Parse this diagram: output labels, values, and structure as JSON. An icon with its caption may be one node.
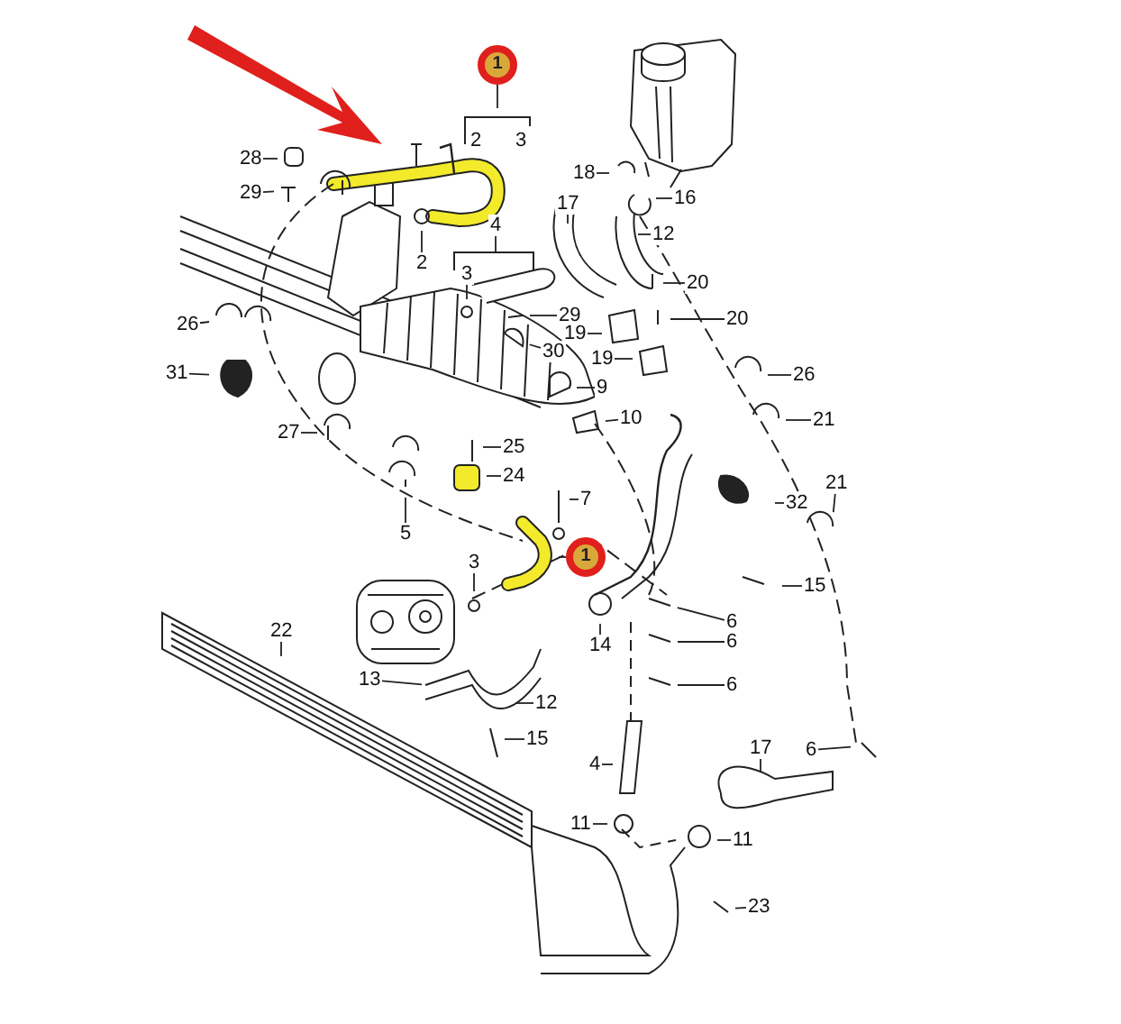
{
  "diagram": {
    "nodes": [
      {
        "text": [
          "1"
        ]
      },
      {
        "text": [
          "28"
        ]
      },
      {
        "text": [
          "29"
        ]
      },
      {
        "text": [
          "2"
        ]
      },
      {
        "text": [
          "4"
        ]
      },
      {
        "text": [
          "3"
        ]
      },
      {
        "text": [
          "29"
        ]
      },
      {
        "text": [
          "30"
        ]
      },
      {
        "text": [
          "9"
        ]
      },
      {
        "text": [
          "10"
        ]
      },
      {
        "text": [
          "26"
        ]
      },
      {
        "text": [
          "31"
        ]
      },
      {
        "text": [
          "27"
        ]
      },
      {
        "text": [
          "25"
        ]
      },
      {
        "text": [
          "24"
        ]
      },
      {
        "text": [
          "5"
        ]
      },
      {
        "text": [
          "7"
        ]
      },
      {
        "text": [
          "1"
        ]
      },
      {
        "text": [
          "3"
        ]
      },
      {
        "text": [
          "14"
        ]
      },
      {
        "text": [
          "22"
        ]
      },
      {
        "text": [
          "13"
        ]
      },
      {
        "text": [
          "12"
        ]
      },
      {
        "text": [
          "15"
        ]
      },
      {
        "text": [
          "18"
        ]
      },
      {
        "text": [
          "16"
        ]
      },
      {
        "text": [
          "17"
        ]
      },
      {
        "text": [
          "12"
        ]
      },
      {
        "text": [
          "20"
        ]
      },
      {
        "text": [
          "20"
        ]
      },
      {
        "text": [
          "19"
        ]
      },
      {
        "text": [
          "19"
        ]
      },
      {
        "text": [
          "26"
        ]
      },
      {
        "text": [
          "21"
        ]
      },
      {
        "text": [
          "21"
        ]
      },
      {
        "text": [
          "32"
        ]
      },
      {
        "text": [
          "15"
        ]
      },
      {
        "text": [
          "6"
        ]
      },
      {
        "text": [
          "6"
        ]
      },
      {
        "text": [
          "6"
        ]
      },
      {
        "text": [
          "6"
        ]
      },
      {
        "text": [
          "17"
        ]
      },
      {
        "text": [
          "4"
        ]
      },
      {
        "text": [
          "11"
        ]
      },
      {
        "text": [
          "11"
        ]
      },
      {
        "text": [
          "23"
        ]
      }
    ],
    "edges": [
      {
        "from": 0,
        "to": null,
        "arrow": "none"
      },
      {
        "from": 1,
        "to": null,
        "arrow": "none"
      },
      {
        "from": 2,
        "to": null,
        "arrow": "none"
      },
      {
        "from": 3,
        "to": null,
        "arrow": "none"
      },
      {
        "from": 4,
        "to": null,
        "arrow": "none"
      },
      {
        "from": 5,
        "to": null,
        "arrow": "none"
      },
      {
        "from": 6,
        "to": null,
        "arrow": "none"
      },
      {
        "from": 7,
        "to": null,
        "arrow": "none"
      },
      {
        "from": 8,
        "to": null,
        "arrow": "none"
      },
      {
        "from": 9,
        "to": null,
        "arrow": "none"
      },
      {
        "from": 10,
        "to": null,
        "arrow": "none"
      },
      {
        "from": 11,
        "to": null,
        "arrow": "none"
      },
      {
        "from": 12,
        "to": null,
        "arrow": "none"
      },
      {
        "from": 13,
        "to": null,
        "arrow": "none"
      },
      {
        "from": 14,
        "to": null,
        "arrow": "none"
      },
      {
        "from": 15,
        "to": null,
        "arrow": "none"
      },
      {
        "from": 16,
        "to": null,
        "arrow": "none"
      },
      {
        "from": 17,
        "to": null,
        "arrow": "none"
      },
      {
        "from": 18,
        "to": null,
        "arrow": "none"
      },
      {
        "from": 19,
        "to": null,
        "arrow": "none"
      },
      {
        "from": 20,
        "to": null,
        "arrow": "none"
      },
      {
        "from": 21,
        "to": null,
        "arrow": "none"
      },
      {
        "from": 22,
        "to": null,
        "arrow": "none"
      },
      {
        "from": 23,
        "to": null,
        "arrow": "none"
      },
      {
        "from": 24,
        "to": null,
        "arrow": "none"
      },
      {
        "from": 25,
        "to": null,
        "arrow": "none"
      },
      {
        "from": 26,
        "to": null,
        "arrow": "none"
      },
      {
        "from": 27,
        "to": null,
        "arrow": "none"
      },
      {
        "from": 28,
        "to": null,
        "arrow": "none"
      },
      {
        "from": 29,
        "to": null,
        "arrow": "none"
      },
      {
        "from": 30,
        "to": null,
        "arrow": "none"
      },
      {
        "from": 31,
        "to": null,
        "arrow": "none"
      },
      {
        "from": 32,
        "to": null,
        "arrow": "none"
      },
      {
        "from": 33,
        "to": null,
        "arrow": "none"
      },
      {
        "from": 34,
        "to": null,
        "arrow": "none"
      },
      {
        "from": 35,
        "to": null,
        "arrow": "none"
      },
      {
        "from": 36,
        "to": null,
        "arrow": "none"
      },
      {
        "from": 37,
        "to": null,
        "arrow": "none"
      },
      {
        "from": 38,
        "to": null,
        "arrow": "none"
      },
      {
        "from": 39,
        "to": null,
        "arrow": "none"
      },
      {
        "from": 40,
        "to": null,
        "arrow": "none"
      },
      {
        "from": 41,
        "to": null,
        "arrow": "none"
      },
      {
        "from": 42,
        "to": null,
        "arrow": "none"
      },
      {
        "from": 43,
        "to": null,
        "arrow": "none"
      },
      {
        "from": 44,
        "to": null,
        "arrow": "none"
      },
      {
        "from": 45,
        "to": null,
        "arrow": "none"
      }
    ],
    "labels": [
      "2",
      "3"
    ]
  }
}
